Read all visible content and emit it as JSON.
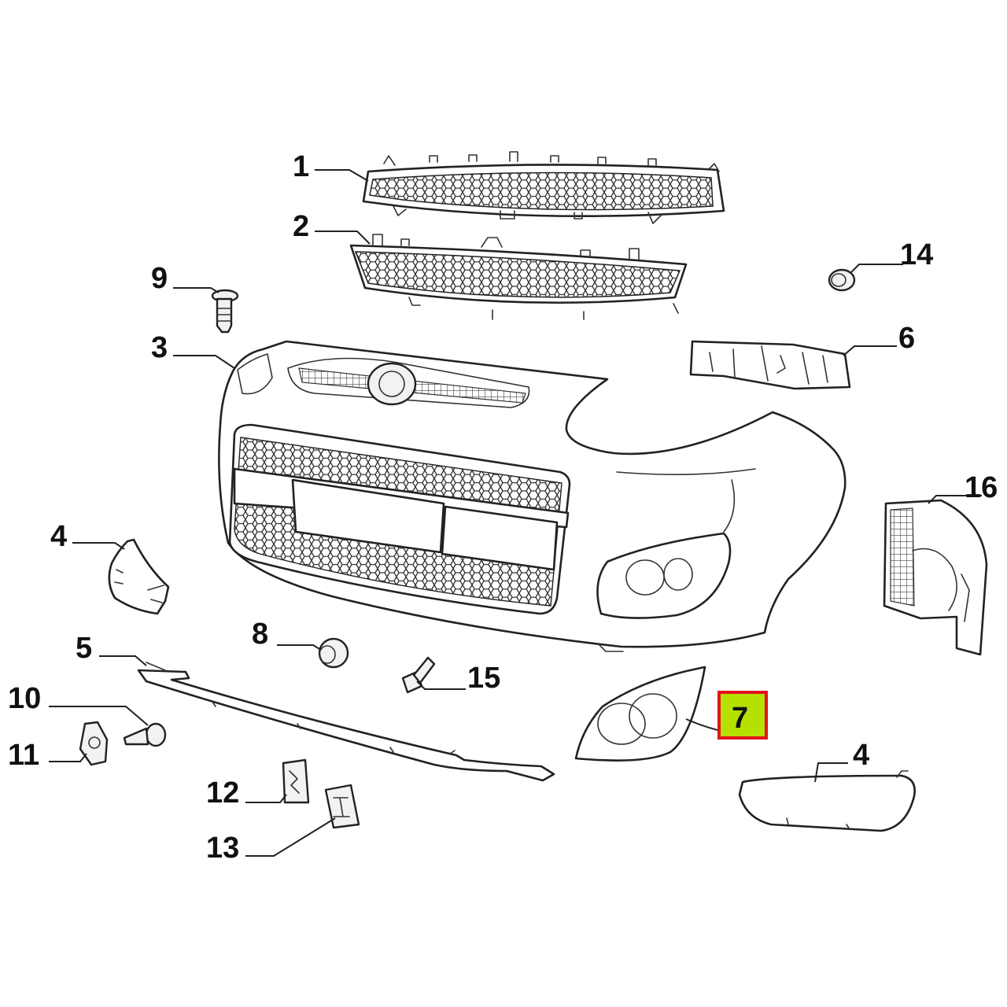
{
  "diagram": {
    "highlight_color": "#b6e000",
    "highlight_border": "#e0141e",
    "callouts": [
      {
        "key": "c1",
        "label": "1"
      },
      {
        "key": "c2",
        "label": "2"
      },
      {
        "key": "c3",
        "label": "3"
      },
      {
        "key": "c4a",
        "label": "4"
      },
      {
        "key": "c4b",
        "label": "4"
      },
      {
        "key": "c5",
        "label": "5"
      },
      {
        "key": "c6",
        "label": "6"
      },
      {
        "key": "c7",
        "label": "7",
        "highlighted": true
      },
      {
        "key": "c8",
        "label": "8"
      },
      {
        "key": "c9",
        "label": "9"
      },
      {
        "key": "c10",
        "label": "10"
      },
      {
        "key": "c11",
        "label": "11"
      },
      {
        "key": "c12",
        "label": "12"
      },
      {
        "key": "c13",
        "label": "13"
      },
      {
        "key": "c14",
        "label": "14"
      },
      {
        "key": "c15",
        "label": "15"
      },
      {
        "key": "c16",
        "label": "16"
      }
    ]
  }
}
